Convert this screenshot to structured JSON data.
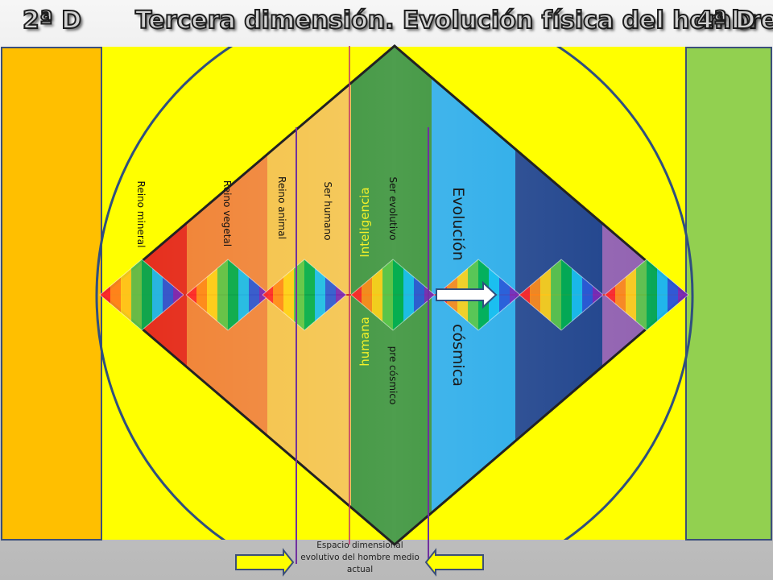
{
  "header": {
    "left": "2ª D",
    "title": "Tercera dimensión.  Evolución física del hombre",
    "right": "4ª D"
  },
  "diagram": {
    "stage_labels": {
      "reino_mineral": "Reino mineral",
      "reino_vegetal": "Reino vegetal",
      "reino_animal": "Reino animal",
      "ser_humano": "Ser humano",
      "ser_evolutivo": "Ser evolutivo",
      "pre_cosmico": "pre cósmico",
      "inteligencia": "Inteligencia",
      "humana": "humana",
      "evolucion": "Evolución",
      "cosmica": "cósmica"
    },
    "caption": "Espacio dimensional evolutivo del hombre medio actual"
  },
  "colors": {
    "left_panel": "#ffbf00",
    "right_panel": "#92d050",
    "background": "#ffff00",
    "circle": "#2f4f7f",
    "marker_line": "#7030a0",
    "arrow_fill": "#ffff00"
  }
}
